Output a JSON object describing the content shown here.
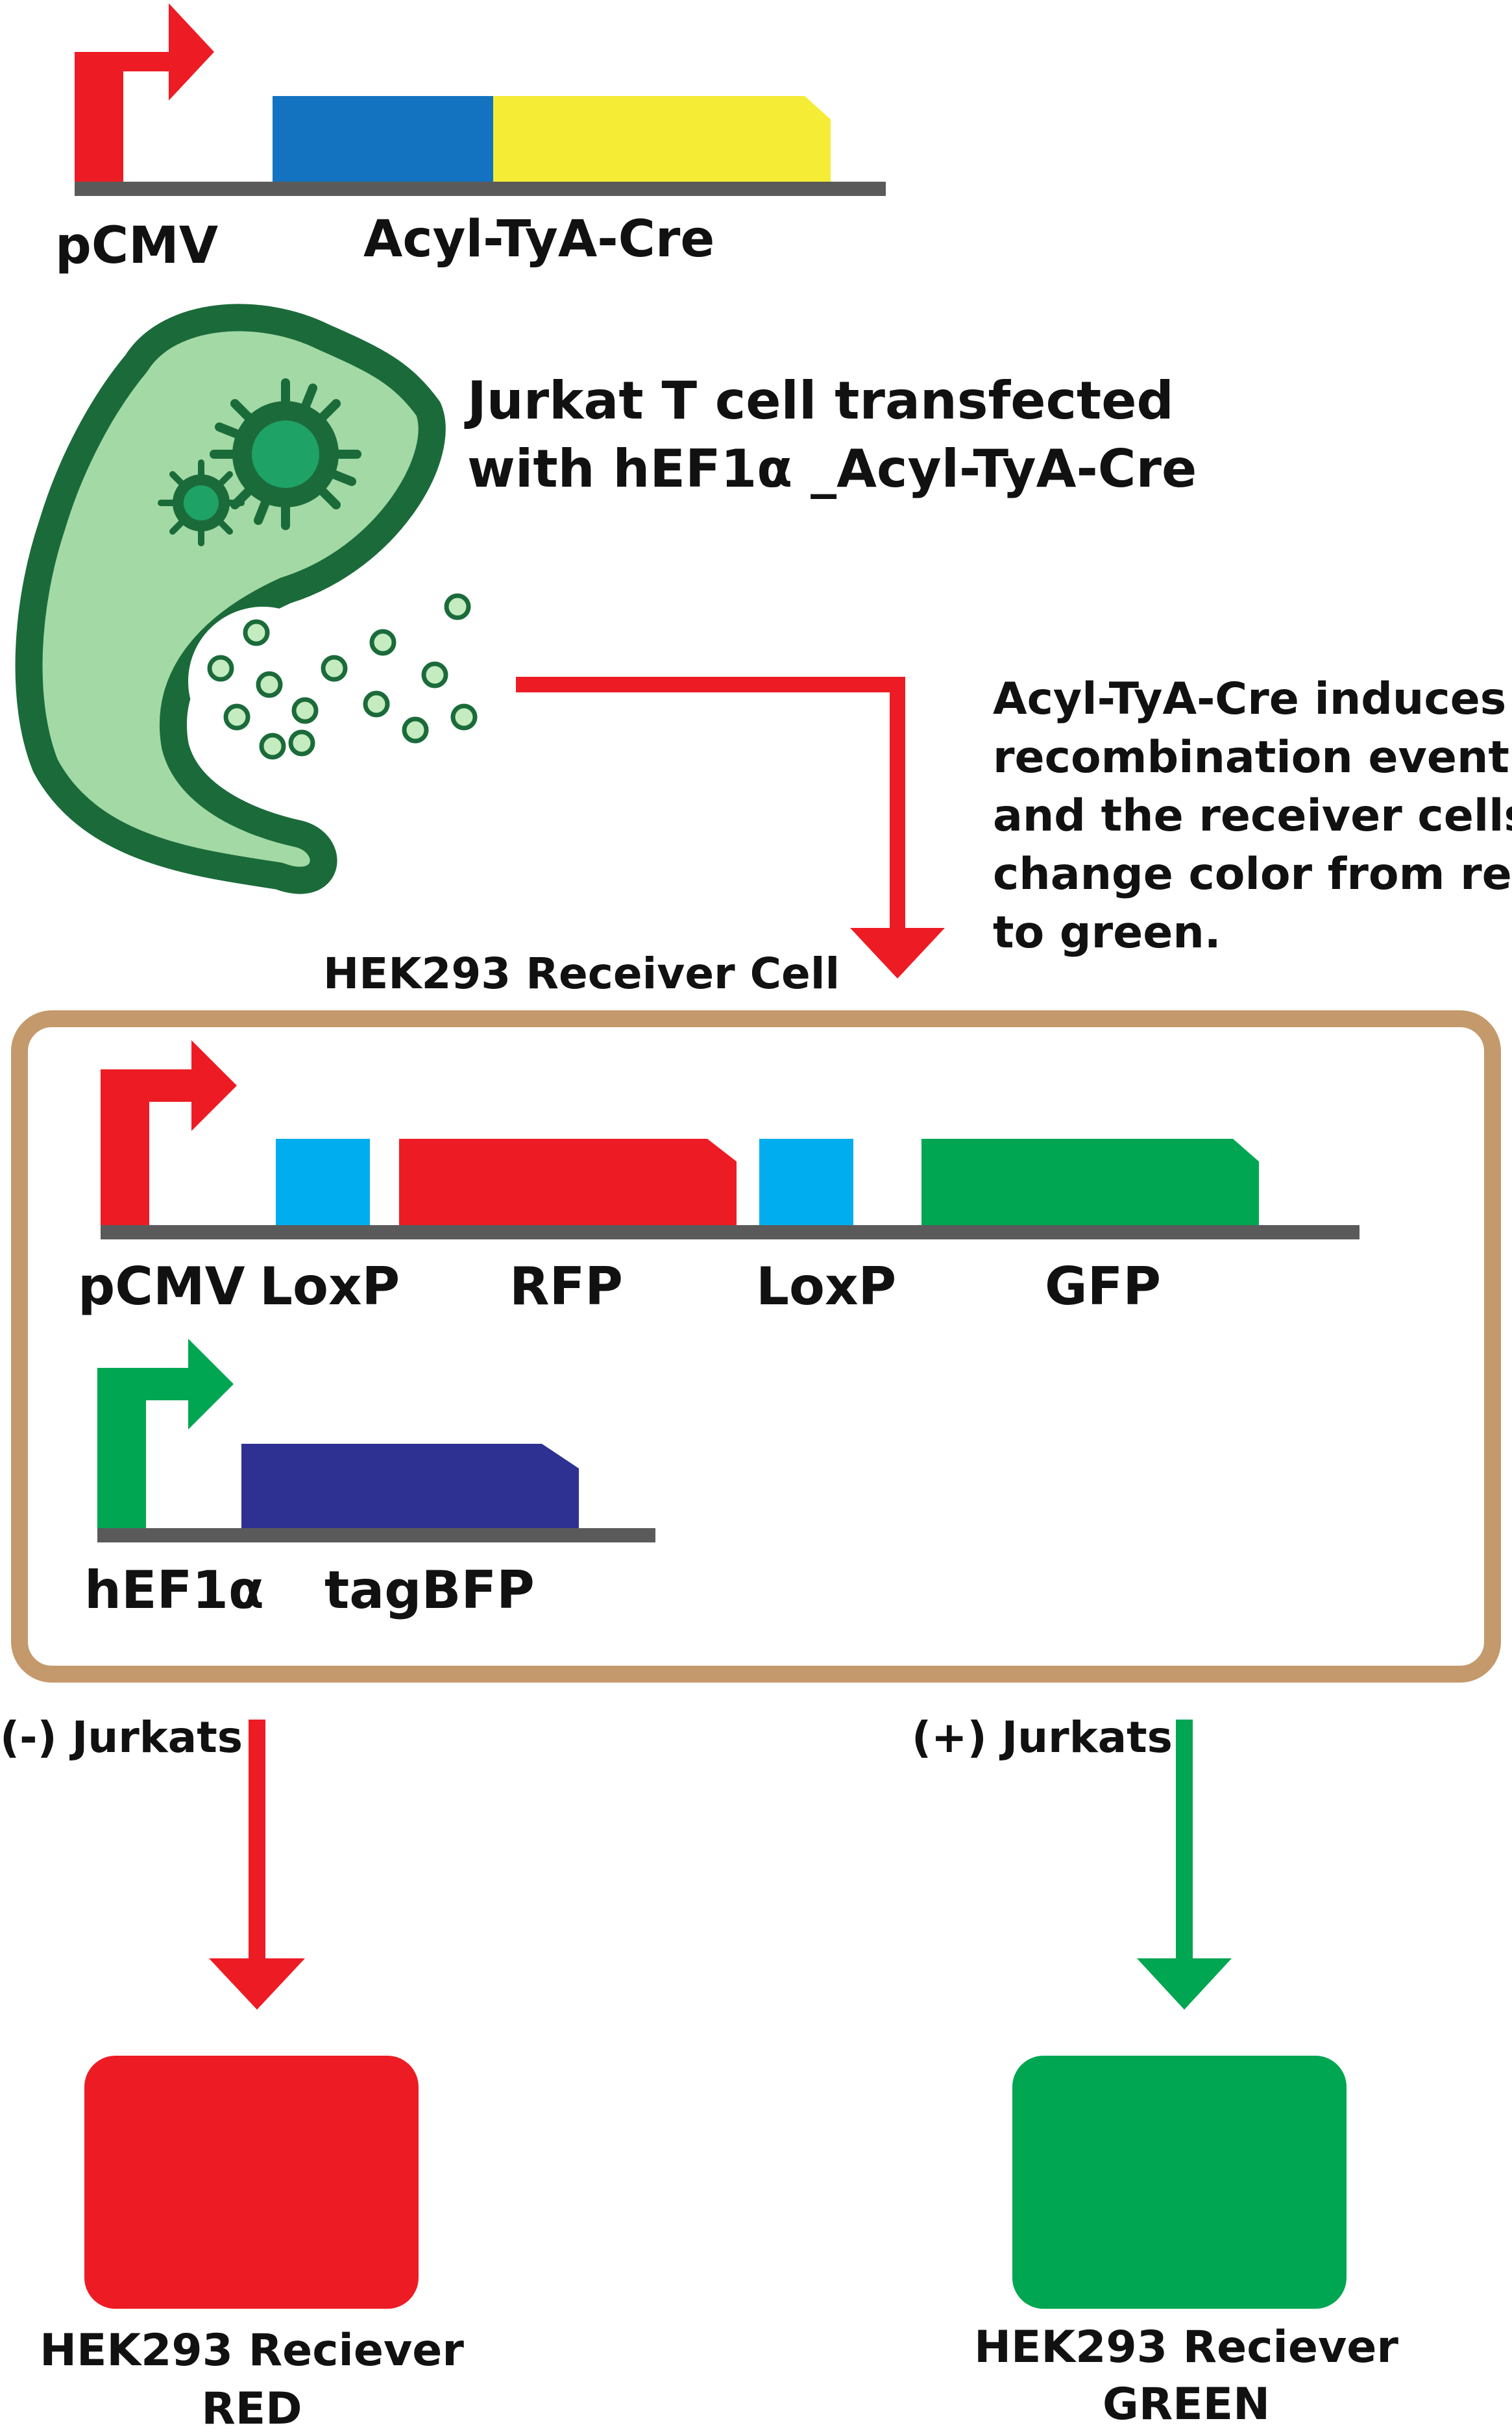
{
  "colors": {
    "red": "#ed1c24",
    "green": "#00a651",
    "blue": "#1373c0",
    "yellow": "#f5ec35",
    "cyan": "#00aeef",
    "navy": "#2e3192",
    "gray": "#5a5a5a",
    "tan": "#c49a6c",
    "cell_dark": "#1b6b3a",
    "cell_light": "#a3d9a5",
    "vesicle": "#c5ebc0"
  },
  "construct1": {
    "promoter": "pCMV",
    "gene": "Acyl-TyA-Cre"
  },
  "jurkat": {
    "line1": "Jurkat T cell transfected",
    "line2": "with  hEF1α _Acyl-TyA-Cre"
  },
  "explanation": {
    "lines": [
      "Acyl-TyA-Cre induces a",
      "recombination event",
      "and the receiver cells",
      "change color from red",
      "to green."
    ]
  },
  "receiver": {
    "title": "HEK293 Receiver Cell",
    "construct_a": {
      "promoter": "pCMV",
      "loxp1": "LoxP",
      "rfp": "RFP",
      "loxp2": "LoxP",
      "gfp": "GFP"
    },
    "construct_b": {
      "promoter": "hEF1α",
      "gene": "tagBFP"
    }
  },
  "branches": {
    "minus": {
      "label": "(-) Jurkats",
      "result_line1": "HEK293 Reciever",
      "result_line2": "RED"
    },
    "plus": {
      "label": "(+) Jurkats",
      "result_line1": "HEK293 Reciever",
      "result_line2": "GREEN"
    }
  }
}
